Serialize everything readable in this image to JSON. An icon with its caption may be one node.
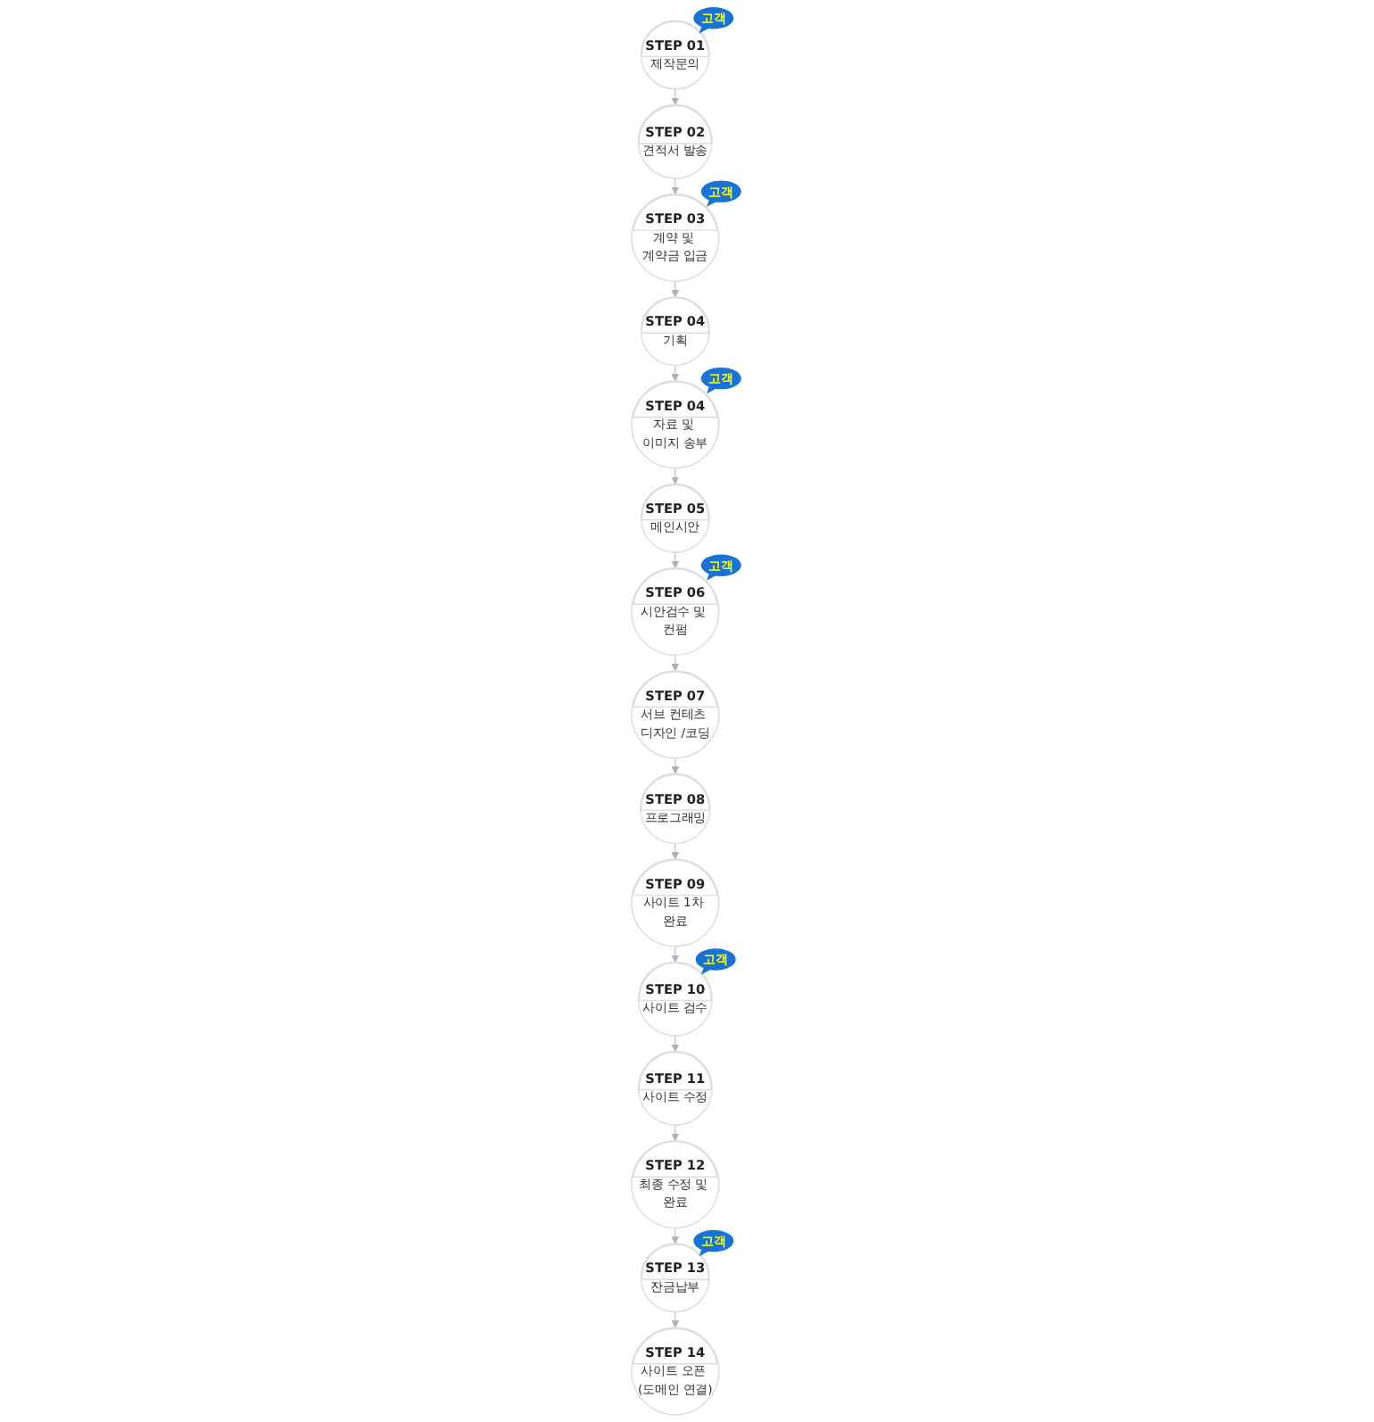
{
  "diagram": {
    "nodes": [
      {
        "text": [
          "STEP 01",
          "제작문의"
        ],
        "beside": [
          "고객"
        ]
      },
      {
        "text": [
          "STEP 02",
          "견적서 발송"
        ]
      },
      {
        "text": [
          "STEP 03",
          "계약 및 계약금 입금"
        ],
        "beside": [
          "고객"
        ]
      },
      {
        "text": [
          "STEP 04",
          "기획"
        ]
      },
      {
        "text": [
          "STEP 04",
          "자료 및 이미지 송부"
        ],
        "beside": [
          "고객"
        ]
      },
      {
        "text": [
          "STEP 05",
          "메인시안"
        ]
      },
      {
        "text": [
          "STEP 06",
          "시안검수 및 컨펌"
        ],
        "beside": [
          "고객"
        ]
      },
      {
        "text": [
          "STEP 07",
          "서브 컨테츠 디자인 /코딩"
        ]
      },
      {
        "text": [
          "STEP 08",
          "프로그래밍"
        ]
      },
      {
        "text": [
          "STEP 09",
          "사이트 1차 완료"
        ]
      },
      {
        "text": [
          "STEP 10",
          "사이트 검수"
        ],
        "beside": [
          "고객"
        ]
      },
      {
        "text": [
          "STEP 11",
          "사이트 수정"
        ]
      },
      {
        "text": [
          "STEP 12",
          "최종 수정 및 완료"
        ]
      },
      {
        "text": [
          "STEP 13",
          "잔금납부"
        ],
        "beside": [
          "고객"
        ]
      },
      {
        "text": [
          "STEP 14",
          "사이트 오픈 (도메인 연결)"
        ]
      }
    ],
    "edges": [
      {
        "from": 0,
        "to": 1,
        "arrow": "to"
      },
      {
        "from": 1,
        "to": 2,
        "arrow": "to"
      },
      {
        "from": 2,
        "to": 3,
        "arrow": "to"
      },
      {
        "from": 3,
        "to": 4,
        "arrow": "to"
      },
      {
        "from": 4,
        "to": 5,
        "arrow": "to"
      },
      {
        "from": 5,
        "to": 6,
        "arrow": "to"
      },
      {
        "from": 6,
        "to": 7,
        "arrow": "to"
      },
      {
        "from": 7,
        "to": 8,
        "arrow": "to"
      },
      {
        "from": 8,
        "to": 9,
        "arrow": "to"
      },
      {
        "from": 9,
        "to": 10,
        "arrow": "to"
      },
      {
        "from": 10,
        "to": 11,
        "arrow": "to"
      },
      {
        "from": 11,
        "to": 12,
        "arrow": "to"
      },
      {
        "from": 12,
        "to": 13,
        "arrow": "to"
      },
      {
        "from": 13,
        "to": 14,
        "arrow": "to"
      }
    ]
  }
}
